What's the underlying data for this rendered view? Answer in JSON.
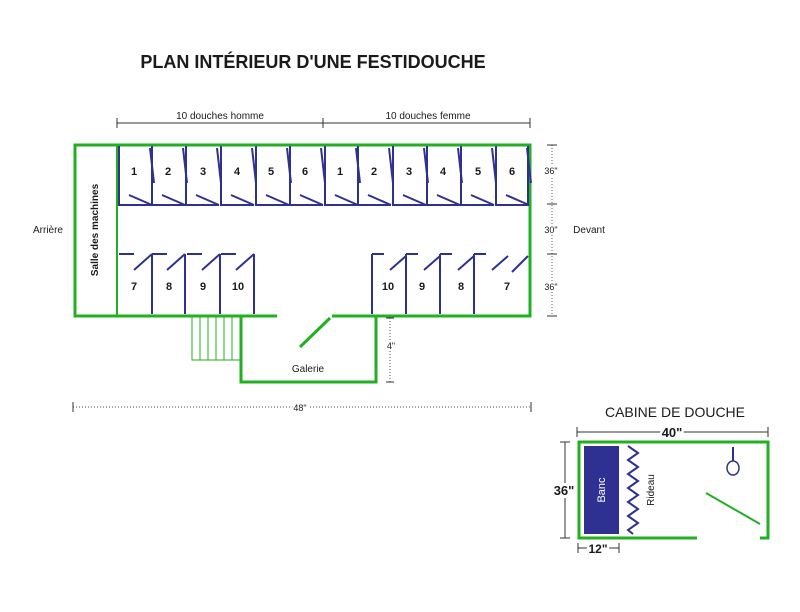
{
  "title": "PLAN INTÉRIEUR D'UNE FESTIDOUCHE",
  "sections": {
    "men": "10 douches homme",
    "women": "10 douches femme"
  },
  "labels": {
    "back": "Arrière",
    "front": "Devant",
    "machine_room": "Salle des machines",
    "gallery": "Galerie"
  },
  "dimensions": {
    "top_row_depth": "36\"",
    "corridor": "30\"",
    "bottom_row_depth": "36\"",
    "gallery_depth": "4\"",
    "total_length": "48\""
  },
  "stalls": {
    "men_top": [
      "1",
      "2",
      "3",
      "4",
      "5",
      "6"
    ],
    "women_top": [
      "1",
      "2",
      "3",
      "4",
      "5",
      "6"
    ],
    "men_bottom": [
      "7",
      "8",
      "9",
      "10"
    ],
    "women_bottom": [
      "10",
      "9",
      "8",
      "7"
    ]
  },
  "cabin": {
    "title": "CABINE DE DOUCHE",
    "width": "40\"",
    "depth": "36\"",
    "bench_width": "12\"",
    "bench": "Banc",
    "curtain": "Rideau"
  },
  "colors": {
    "wall": "#22b022",
    "partition": "#2e3192",
    "bench": "#2e3192"
  }
}
